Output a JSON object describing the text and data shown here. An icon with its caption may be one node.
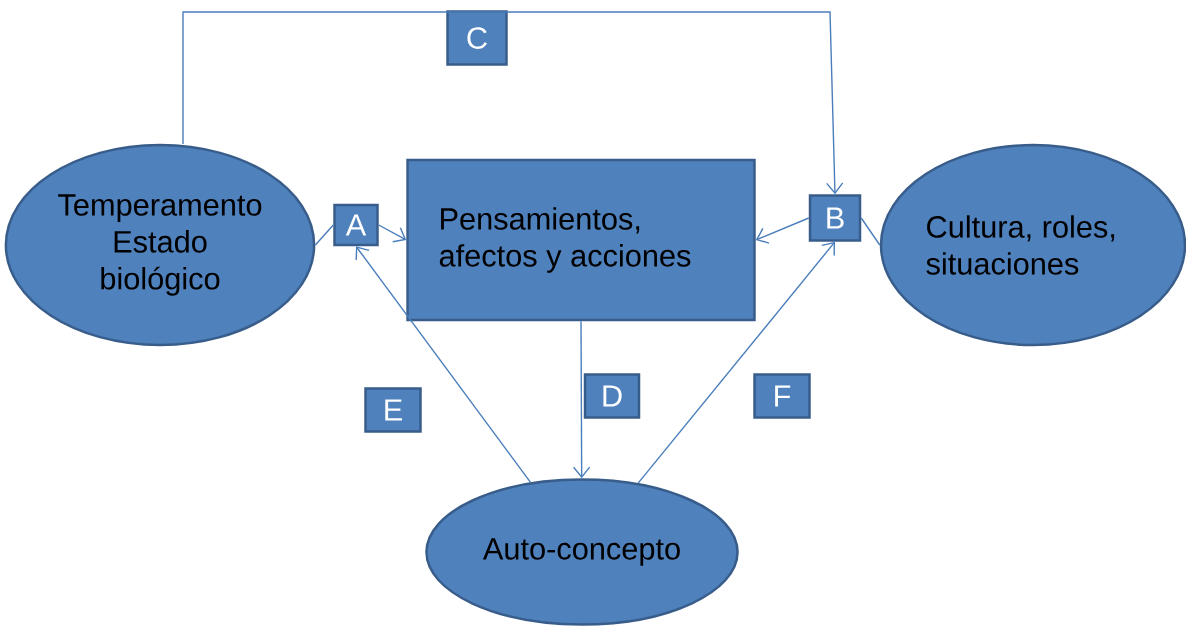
{
  "diagram": {
    "nodes": [
      {
        "text": [
          "Temperamento Estado biológico"
        ]
      },
      {
        "text": [
          "A"
        ]
      },
      {
        "text": [
          "Pensamientos, afectos y acciones"
        ]
      },
      {
        "text": [
          "B"
        ]
      },
      {
        "text": [
          "Cultura, roles, situaciones"
        ]
      },
      {
        "text": [
          "C"
        ]
      },
      {
        "text": [
          "Auto-concepto"
        ]
      },
      {
        "text": [
          "D"
        ]
      },
      {
        "text": [
          "E"
        ]
      },
      {
        "text": [
          "F"
        ]
      }
    ],
    "edges": [
      {
        "from": 0,
        "to": 1,
        "arrow": "none"
      },
      {
        "from": 1,
        "to": 2,
        "arrow": "to"
      },
      {
        "from": 4,
        "to": 3,
        "arrow": "none"
      },
      {
        "from": 3,
        "to": 2,
        "arrow": "to"
      },
      {
        "from": 0,
        "to": 3,
        "arrow": "to"
      },
      {
        "from": 6,
        "to": 1,
        "arrow": "to"
      },
      {
        "from": 2,
        "to": 6,
        "arrow": "to"
      },
      {
        "from": 6,
        "to": 3,
        "arrow": "to"
      }
    ]
  }
}
